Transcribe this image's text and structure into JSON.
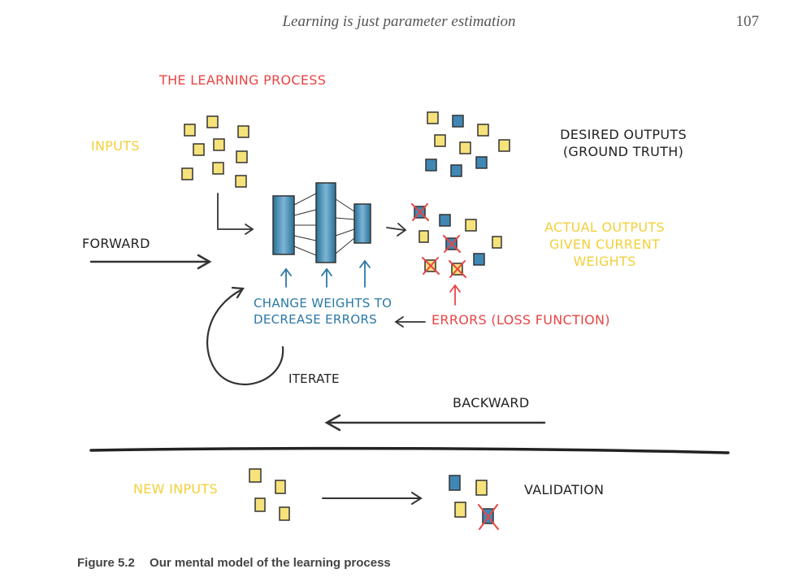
{
  "header": {
    "running_title": "Learning is just parameter estimation",
    "page_number": "107"
  },
  "figure": {
    "title": "THE LEARNING PROCESS",
    "inputs_label": "INPUTS",
    "desired_outputs_label": [
      "DESIRED OUTPUTS",
      "(GROUND TRUTH)"
    ],
    "forward_label": "FORWARD",
    "actual_outputs_label": [
      "ACTUAL OUTPUTS",
      "GIVEN CURRENT",
      "WEIGHTS"
    ],
    "change_weights_label": [
      "CHANGE WEIGHTS TO",
      "DECREASE ERRORS"
    ],
    "errors_label": "ERRORS (LOSS FUNCTION)",
    "iterate_label": "ITERATE",
    "backward_label": "BACKWARD",
    "new_inputs_label": "NEW INPUTS",
    "validation_label": "VALIDATION"
  },
  "colors": {
    "red": "#e84545",
    "yellow": "#f2d03a",
    "blue": "#2a78a6",
    "ink": "#333333"
  },
  "caption": {
    "number": "Figure 5.2",
    "text": "Our mental model of the learning process"
  }
}
